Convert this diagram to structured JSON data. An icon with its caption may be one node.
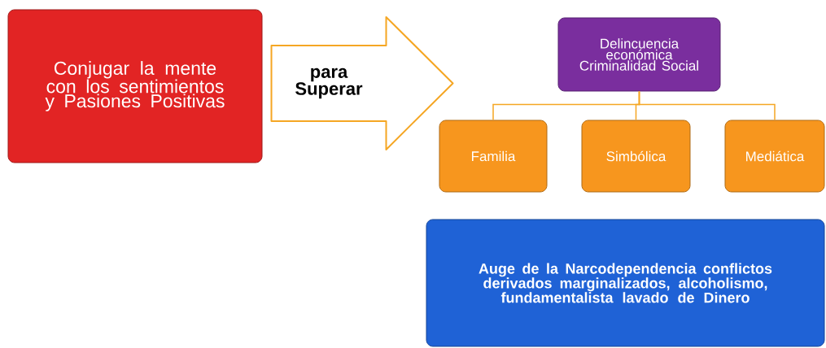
{
  "diagram": {
    "nodes": [
      {
        "text": [
          "Conjugar la mente con los sentimientos y Pasiones Positivas"
        ]
      },
      {
        "text": [
          "Delincuencia económica Criminalidad Social"
        ]
      },
      {
        "text": [
          "Familia"
        ]
      },
      {
        "text": [
          "Simbólica"
        ]
      },
      {
        "text": [
          "Mediática"
        ]
      },
      {
        "text": [
          "Auge de la Narcodependencia conflictos derivados marginalizados, alcoholismo, fundamentalista lavado de Dinero"
        ]
      }
    ],
    "edges": [
      {
        "from": 0,
        "to": 1,
        "arrow": "to",
        "label": "para Superar"
      },
      {
        "from": 1,
        "to": 2,
        "arrow": "none"
      },
      {
        "from": 1,
        "to": 3,
        "arrow": "none"
      },
      {
        "from": 1,
        "to": 4,
        "arrow": "none"
      }
    ]
  }
}
